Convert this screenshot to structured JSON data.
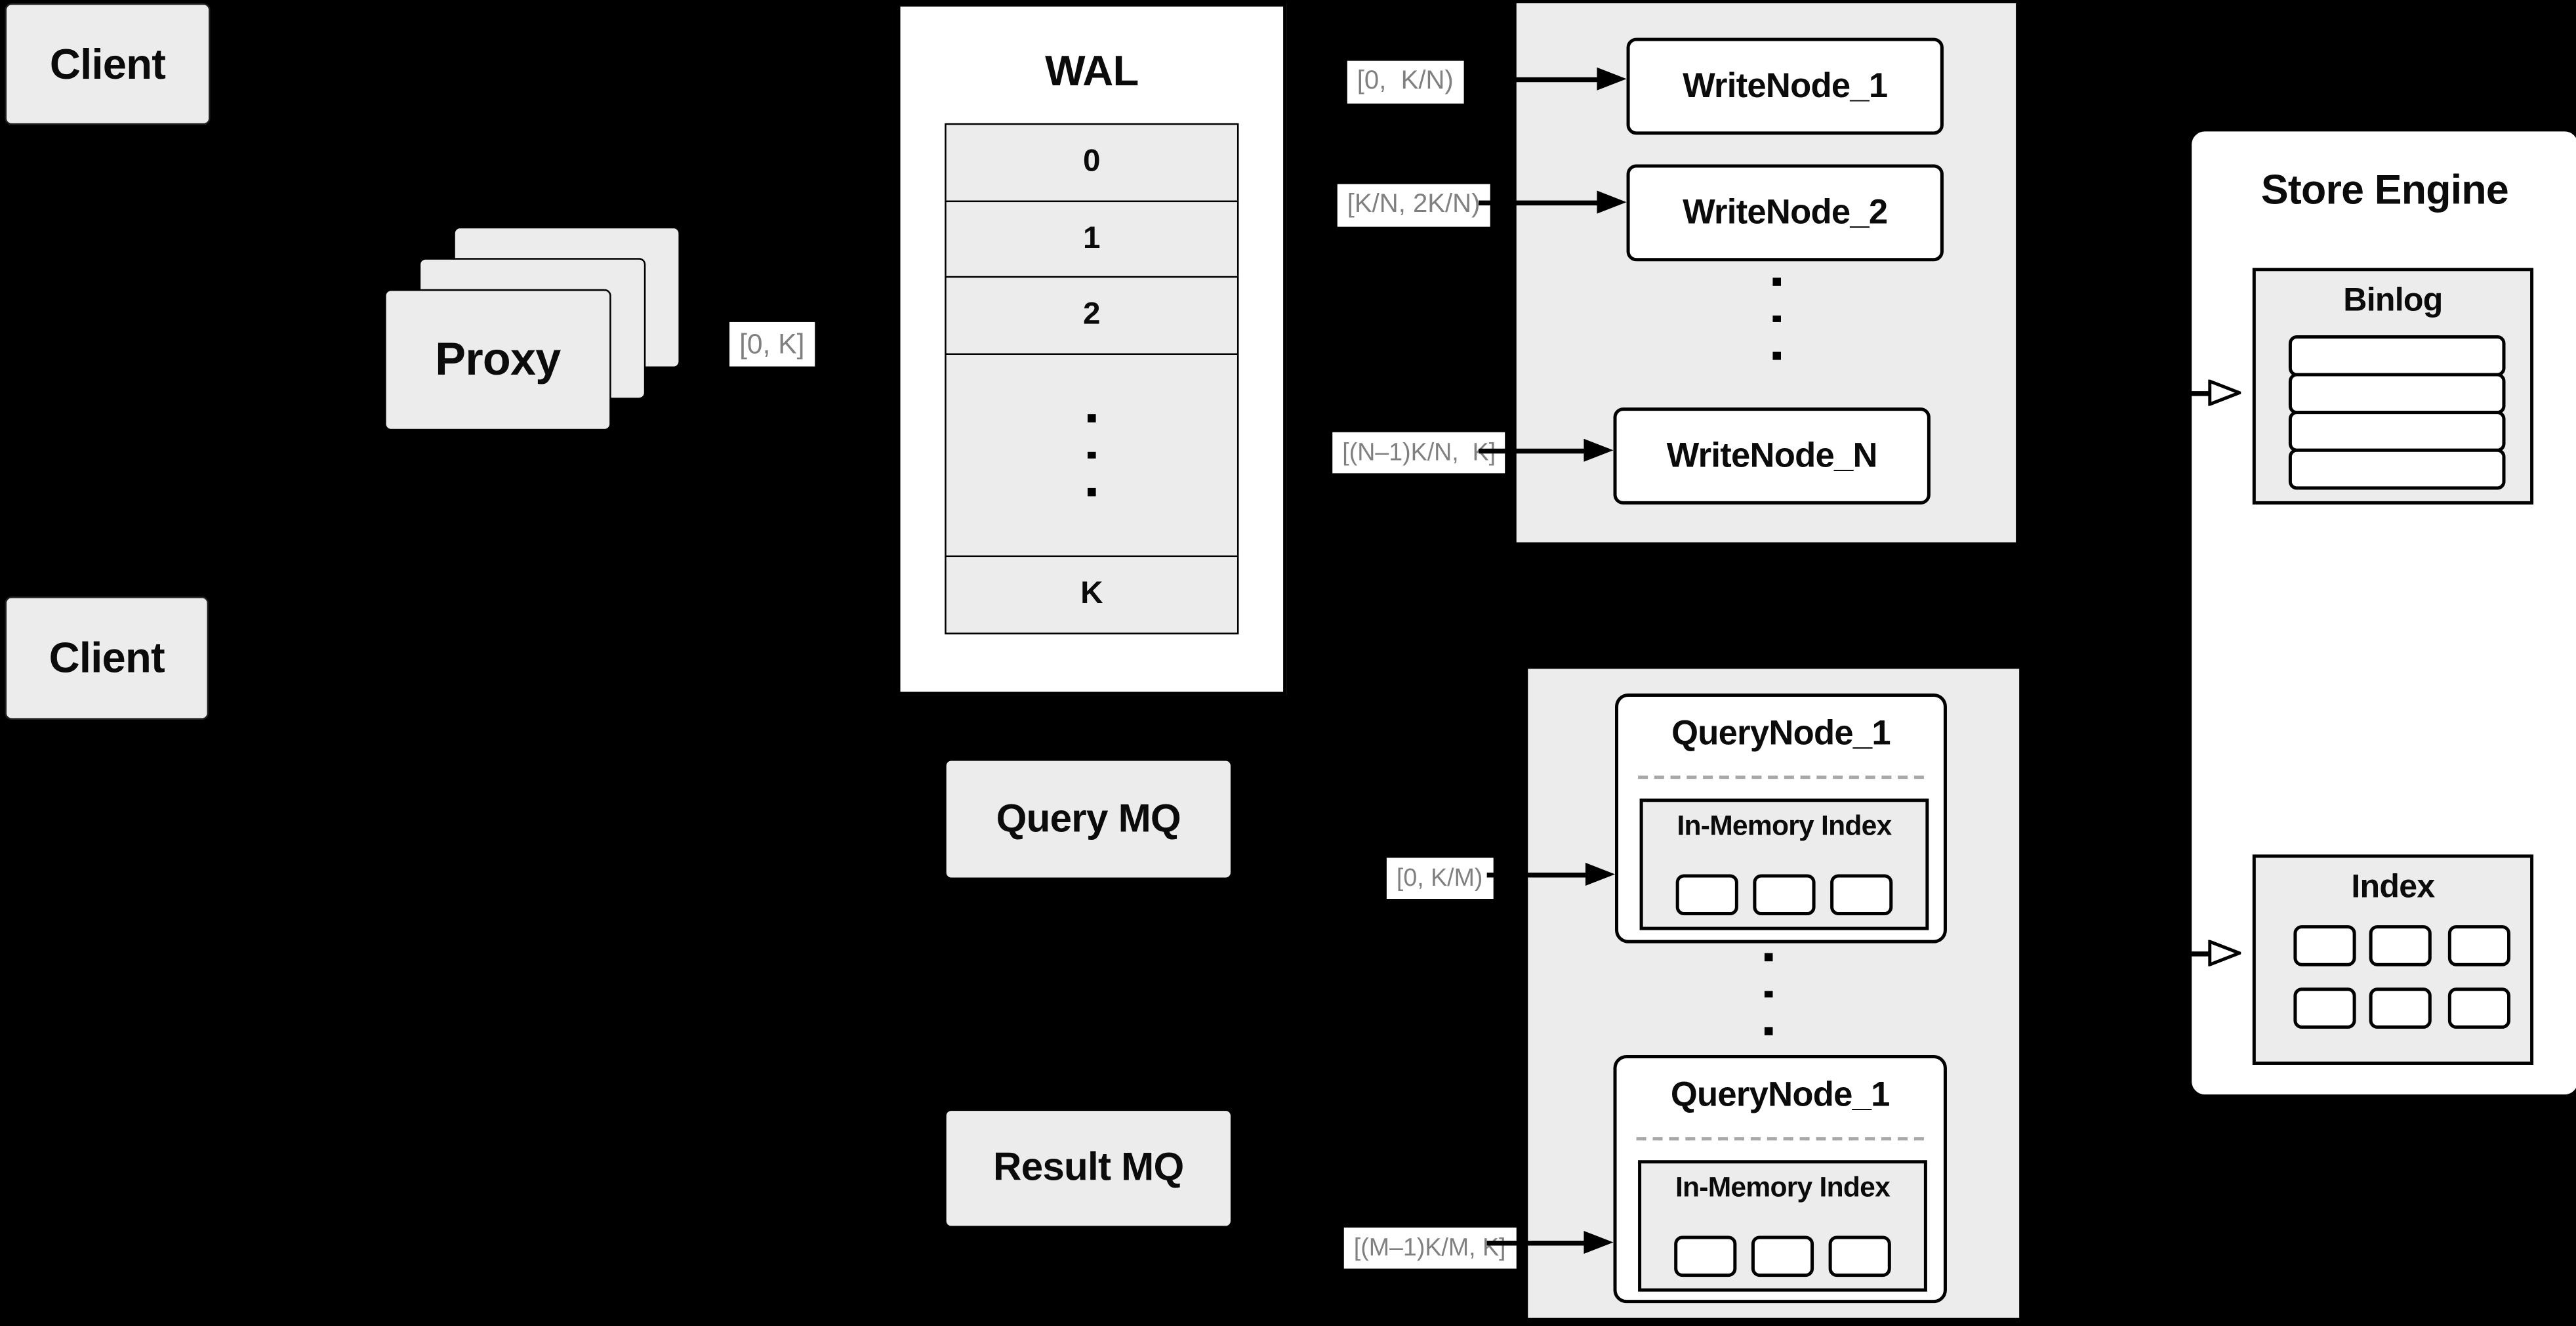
{
  "clients": {
    "top_label": "Client",
    "bottom_label": "Client"
  },
  "proxy": {
    "label": "Proxy"
  },
  "wal": {
    "title": "WAL",
    "rows": [
      "0",
      "1",
      "2"
    ],
    "last_row": "K"
  },
  "edge_labels": {
    "proxy_to_wal": "[0, K]",
    "to_writenode_1": "[0,  K/N)",
    "to_writenode_2": "[K/N, 2K/N)",
    "to_writenode_n": "[(N–1)K/N,  K]",
    "to_querynode_top": "[0, K/M)",
    "to_querynode_bottom": "[(M–1)K/M, K]"
  },
  "write_nodes": {
    "node_1": "WriteNode_1",
    "node_2": "WriteNode_2",
    "node_n": "WriteNode_N"
  },
  "store_engine": {
    "title": "Store Engine",
    "binlog_title": "Binlog",
    "index_title": "Index"
  },
  "mq": {
    "query": "Query MQ",
    "result": "Result MQ"
  },
  "query_nodes": {
    "top_title": "QueryNode_1",
    "bottom_title": "QueryNode_1",
    "in_memory_label_top": "In-Memory Index",
    "in_memory_label_bottom": "In-Memory Index"
  },
  "colors": {
    "background": "#000000",
    "box_fill": "#ececec",
    "node_fill": "#ffffff",
    "border": "#000000",
    "range_label_text": "#808080",
    "dashed_separator": "#a8a8a8"
  }
}
